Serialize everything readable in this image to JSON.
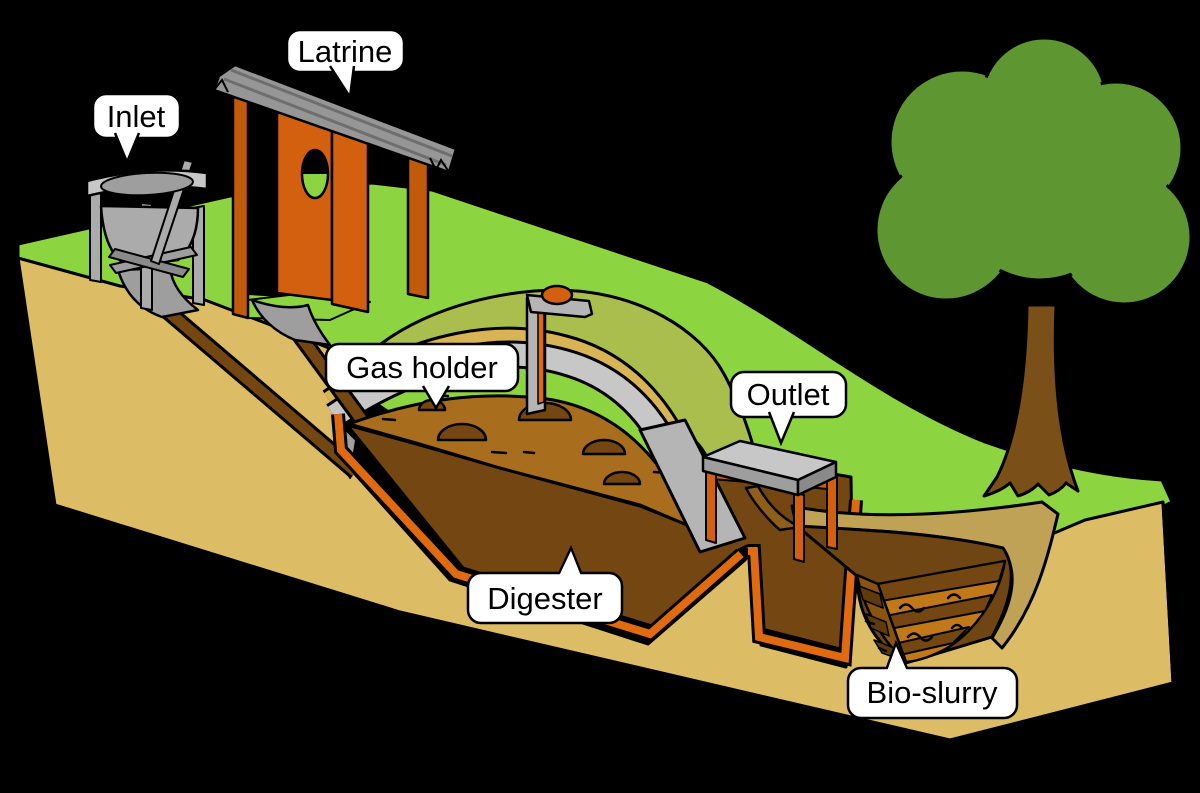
{
  "labels": {
    "inlet": {
      "text": "Inlet"
    },
    "latrine": {
      "text": "Latrine"
    },
    "gas_holder": {
      "text": "Gas holder"
    },
    "outlet": {
      "text": "Outlet"
    },
    "digester": {
      "text": "Digester"
    },
    "bio_slurry": {
      "text": "Bio-slurry"
    }
  },
  "colors": {
    "background": "#000000",
    "ink": "#000000",
    "grass": "#8cd440",
    "mound": "#a9be4d",
    "foliage": "#5e9732",
    "trunk": "#7b5018",
    "tan": "#ddbc66",
    "tanband": "#d9b455",
    "khaki": "#bfa255",
    "slurry_dark": "#744611",
    "slurry_med": "#a86e1e",
    "pool": "#6e4513",
    "stream": "#8f5e1a",
    "stripe_or": "#c07818",
    "stripe_left": "#8a5310",
    "stripe_ldark": "#5e3a0c",
    "orange": "#d2600e",
    "orange_dark": "#c25a0c",
    "lining": "#e06a10",
    "metal_light": "#c7c7c7",
    "metal_mid": "#ababab",
    "metal": "#9e9e9e",
    "metal_dark": "#8a8a8a",
    "roof": "#969696",
    "roof_shadow": "#6e6e6e",
    "pipe": "#b5b5b5",
    "label_bg": "#ffffff"
  }
}
